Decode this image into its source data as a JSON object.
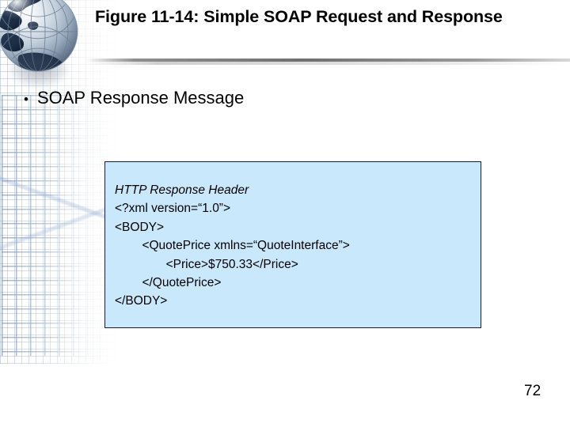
{
  "slide": {
    "title": "Figure 11-14: Simple SOAP Request and Response",
    "page_number": "72",
    "background_color": "#ffffff"
  },
  "body": {
    "bullet_marker": "•",
    "bullet_text": "SOAP Response Message"
  },
  "code_box": {
    "background_color": "#c9e8fb",
    "border_color": "#1a1a3a",
    "lines": [
      {
        "text": "HTTP Response Header",
        "italic": true
      },
      {
        "text": "<?xml version=“1.0”>",
        "italic": false
      },
      {
        "text": "<BODY>",
        "italic": false
      },
      {
        "text": "        <QuotePrice xmlns=“QuoteInterface”>",
        "italic": false
      },
      {
        "text": "               <Price>$750.33</Price>",
        "italic": false
      },
      {
        "text": "        </QuotePrice>",
        "italic": false
      },
      {
        "text": "</BODY>",
        "italic": false
      }
    ]
  },
  "decor": {
    "globe_icon": "globe-icon",
    "grid_watermark": "grid-watermark",
    "title_rule": "title-separator-rule"
  }
}
